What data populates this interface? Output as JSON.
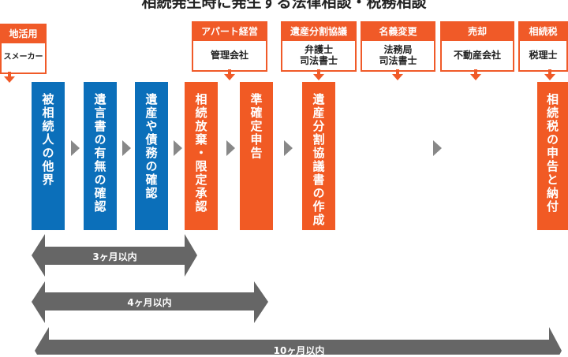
{
  "title": "相続発生時に発生する法律相談・税務相談",
  "experts": [
    {
      "header": "地活用",
      "body": [
        "スメーカー"
      ]
    },
    {
      "header": "アパート経営",
      "body": [
        "管理会社"
      ]
    },
    {
      "header": "遺産分割協議",
      "body": [
        "弁護士",
        "司法書士"
      ]
    },
    {
      "header": "名義変更",
      "body": [
        "法務局",
        "司法書士"
      ]
    },
    {
      "header": "売却",
      "body": [
        "不動産会社"
      ]
    },
    {
      "header": "相続税",
      "body": [
        "税理士"
      ]
    }
  ],
  "steps": [
    {
      "label": "被相続人の他界",
      "color": "#0b6fba"
    },
    {
      "label": "遺言書の有無の確認",
      "color": "#0b6fba"
    },
    {
      "label": "遺産や債務の確認",
      "color": "#0b6fba"
    },
    {
      "label": "相続放棄・限定承認",
      "color": "#f15a24"
    },
    {
      "label": "準確定申告",
      "color": "#f15a24"
    },
    {
      "label": "遺産分割協議書の作成",
      "color": "#f15a24"
    },
    {
      "label": "相続税の申告と納付",
      "color": "#f15a24"
    }
  ],
  "deadlines": [
    "3ヶ月以内",
    "4ヶ月以内",
    "10ヶ月以内"
  ]
}
